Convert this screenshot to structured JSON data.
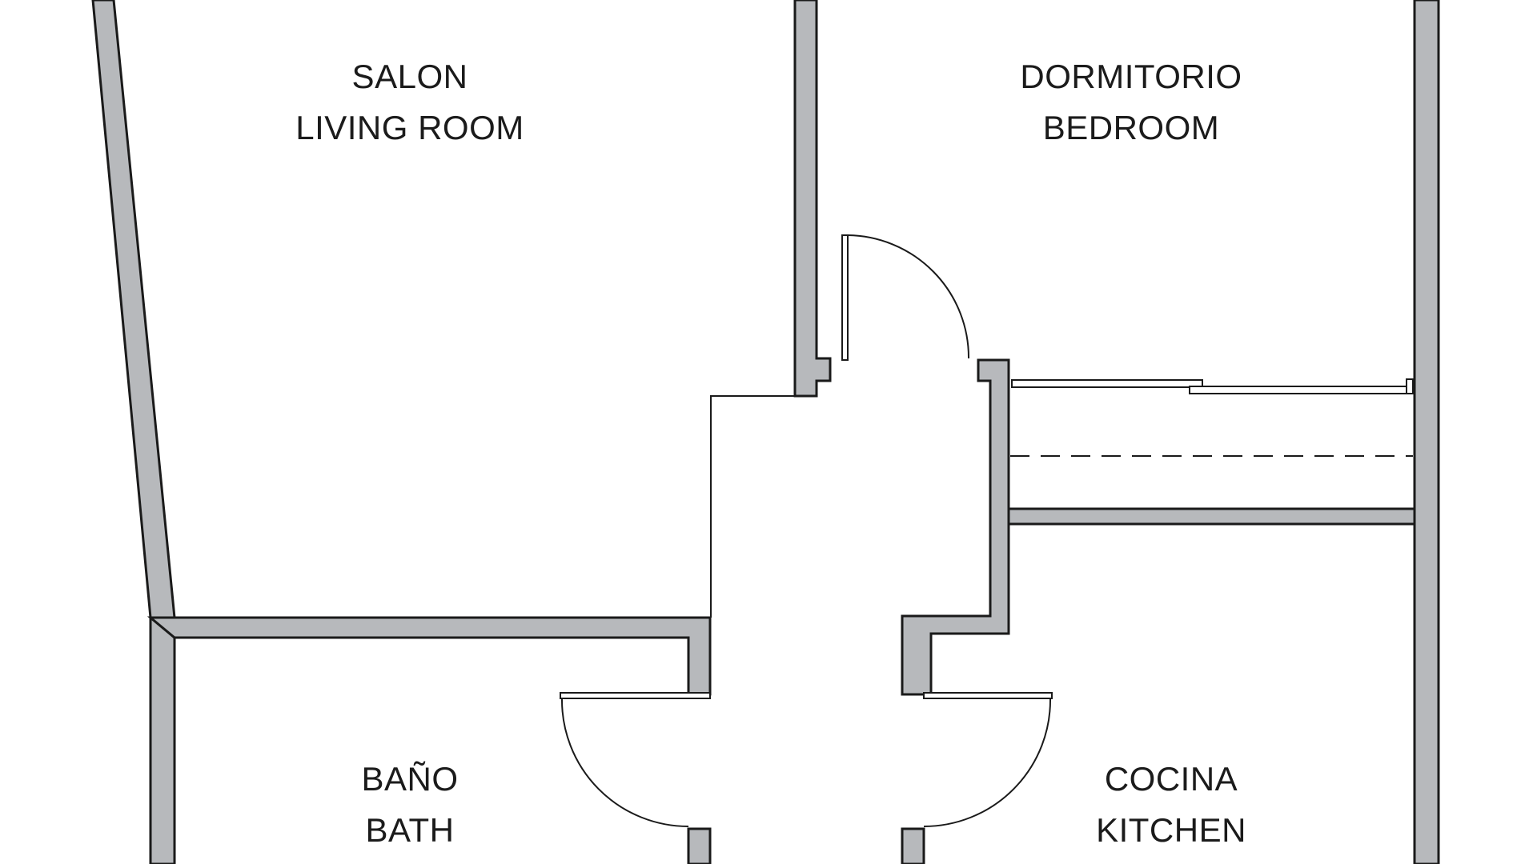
{
  "colors": {
    "wall_fill": "#b7b9bc",
    "wall_stroke": "#1a1a1a",
    "background": "#ffffff",
    "text": "#1b1b1b"
  },
  "rooms": {
    "living": {
      "es": "SALON",
      "en": "LIVING ROOM"
    },
    "bedroom": {
      "es": "DORMITORIO",
      "en": "BEDROOM"
    },
    "bath": {
      "es": "BAÑO",
      "en": "BATH"
    },
    "kitchen": {
      "es": "COCINA",
      "en": "KITCHEN"
    }
  }
}
